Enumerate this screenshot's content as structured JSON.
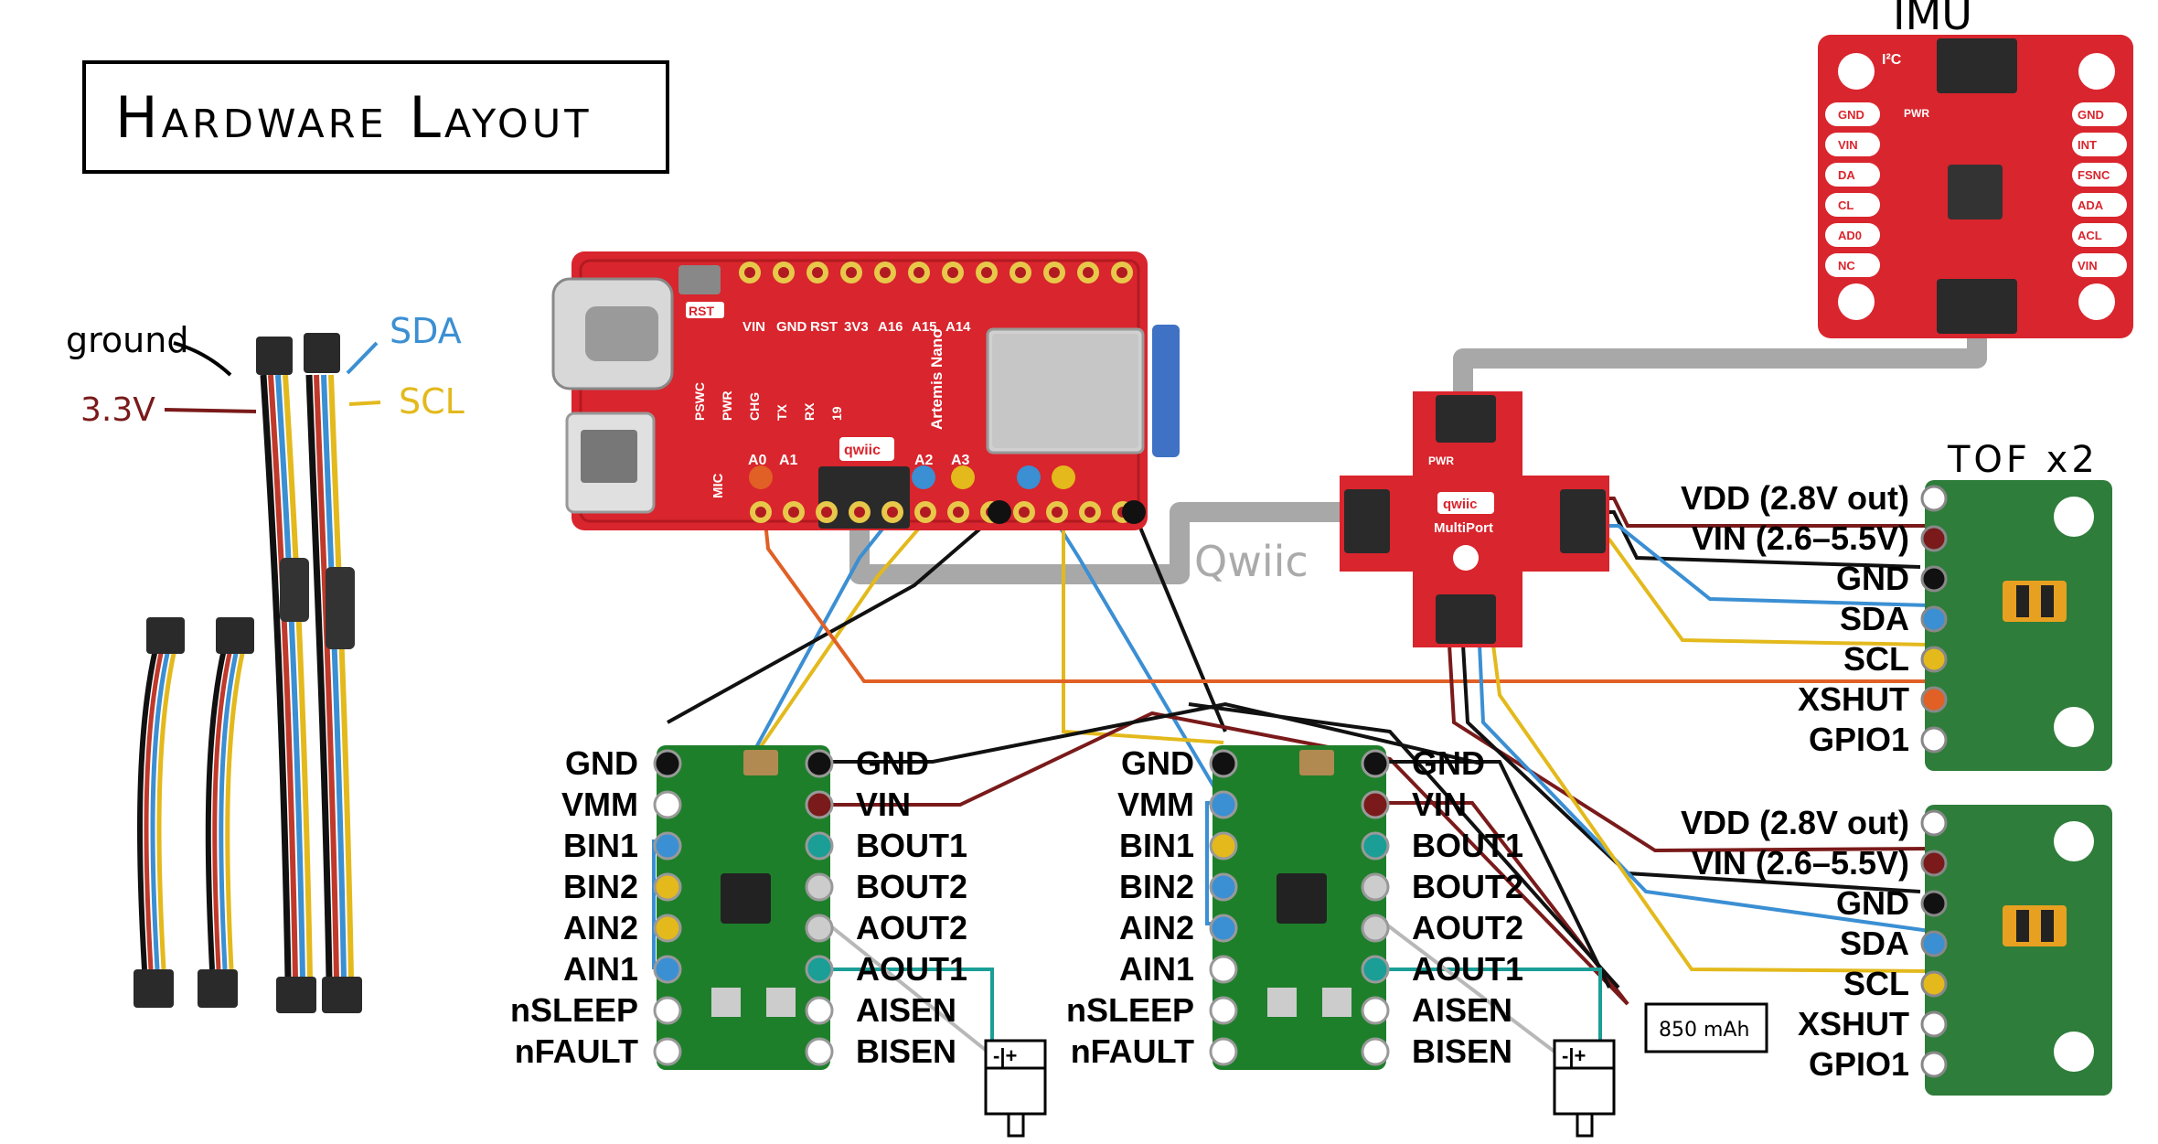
{
  "title": "Hardware Layout",
  "imu_label": "IMU",
  "tof_label": "TOF x2",
  "qwiic_label": "Qwiic",
  "battery_label": "850 mAh",
  "cable_labels": {
    "ground": "ground",
    "v33": "3.3V",
    "sda": "SDA",
    "scl": "SCL"
  },
  "colors": {
    "board_red": "#d9252d",
    "driver_green": "#1e7f2a",
    "wire_black": "#111111",
    "wire_red": "#7a1a1a",
    "wire_blue": "#3b8fd3",
    "wire_yellow": "#e3b91c",
    "wire_orange": "#e06025",
    "wire_teal": "#1a9e96",
    "wire_grey": "#a8a8a8"
  },
  "artemis": {
    "top_labels": [
      "VIN",
      "GND",
      "RST",
      "3V3",
      "A16",
      "A15",
      "A14"
    ],
    "bottom_labels": [
      "A0",
      "A1",
      "A2",
      "A3"
    ],
    "side_labels": [
      "PSWC",
      "PWR",
      "CHG",
      "TX",
      "RX",
      "19"
    ],
    "name": "Artemis Nano",
    "rst": "RST",
    "mic": "MIC",
    "qwiic": "qwiic"
  },
  "multiport": {
    "name": "MultiPort",
    "pwr": "PWR",
    "qwiic": "qwiic"
  },
  "imu_board": {
    "left_pins": [
      "GND",
      "VIN",
      "DA",
      "CL",
      "AD0",
      "NC"
    ],
    "right_pins": [
      "GND",
      "INT",
      "FSNC",
      "ADA",
      "ACL",
      "VIN"
    ],
    "i2c": "I²C",
    "pwr": "PWR"
  },
  "tof_pins": [
    "VDD (2.8V out)",
    "VIN (2.6–5.5V)",
    "GND",
    "SDA",
    "SCL",
    "XSHUT",
    "GPIO1"
  ],
  "driver_left_pins": [
    "GND",
    "VMM",
    "BIN1",
    "BIN2",
    "AIN2",
    "AIN1",
    "nSLEEP",
    "nFAULT"
  ],
  "driver_right_pins": [
    "GND",
    "VIN",
    "BOUT1",
    "BOUT2",
    "AOUT2",
    "AOUT1",
    "AISEN",
    "BISEN"
  ],
  "motor_terminal": "-|+"
}
